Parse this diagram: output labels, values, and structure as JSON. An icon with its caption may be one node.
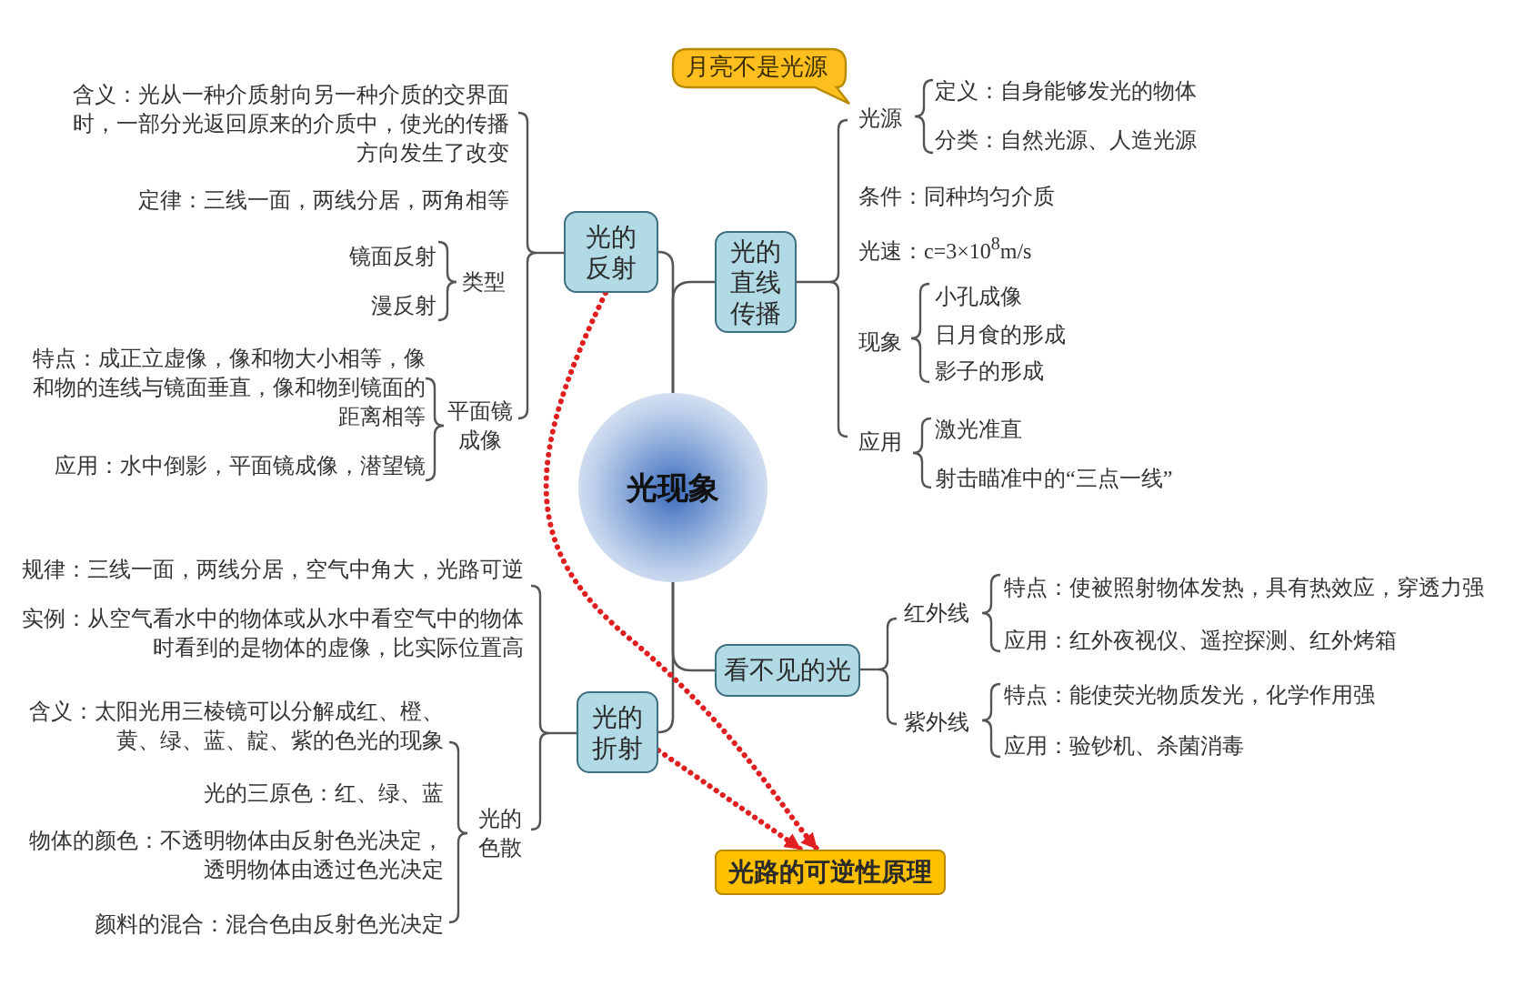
{
  "diagram": {
    "nodes": [
      {
        "text": [
          "光现象"
        ]
      },
      {
        "text": [
          "光的反射"
        ]
      },
      {
        "text": [
          "光的直线传播"
        ]
      },
      {
        "text": [
          "看不见的光"
        ]
      },
      {
        "text": [
          "光的折射"
        ]
      },
      {
        "text": [
          "光路的可逆性原理"
        ]
      },
      {
        "text": [
          "月亮不是光源"
        ]
      }
    ],
    "edges": [
      {
        "from": 0,
        "to": 1,
        "arrow": "none"
      },
      {
        "from": 0,
        "to": 2,
        "arrow": "none"
      },
      {
        "from": 0,
        "to": 3,
        "arrow": "none"
      },
      {
        "from": 0,
        "to": 4,
        "arrow": "none"
      },
      {
        "from": 1,
        "to": 5,
        "arrow": "to",
        "style": "dashed",
        "color": "#e02020"
      },
      {
        "from": 4,
        "to": 5,
        "arrow": "to",
        "style": "dashed",
        "color": "#e02020"
      }
    ],
    "labels": [
      "含义：光从一种介质射向另一种介质的交界面时，一部分光返回原来的介质中，使光的传播方向发生了改变",
      "定律：三线一面，两线分居，两角相等",
      "镜面反射",
      "漫反射",
      "类型",
      "特点：成正立虚像，像和物大小相等，像和物的连线与镜面垂直，像和物到镜面的距离相等",
      "平面镜成像",
      "应用：水中倒影，平面镜成像，潜望镜",
      "光源",
      "定义：自身能够发光的物体",
      "分类：自然光源、人造光源",
      "条件：同种均匀介质",
      "光速：c=3×10$^{8}$m/s",
      "现象",
      "小孔成像",
      "日月食的形成",
      "影子的形成",
      "应用",
      "激光准直",
      "射击瞄准中的“三点一线”",
      "红外线",
      "特点：使被照射物体发热，具有热效应，穿透力强",
      "应用：红外夜视仪、遥控探测、红外烤箱",
      "紫外线",
      "特点：能使荧光物质发光，化学作用强",
      "应用：验钞机、杀菌消毒",
      "规律：三线一面，两线分居，空气中角大，光路可逆",
      "实例：从空气看水中的物体或从水中看空气中的物体时看到的是物体的虚像，比实际位置高",
      "含义：太阳光用三棱镜可以分解成红、橙、黄、绿、蓝、靛、紫的色光的现象",
      "光的三原色：红、绿、蓝",
      "物体的颜色：不透明物体由反射色光决定，透明物体由透过色光决定",
      "颜料的混合：混合色由反射色光决定",
      "光的色散"
    ]
  }
}
